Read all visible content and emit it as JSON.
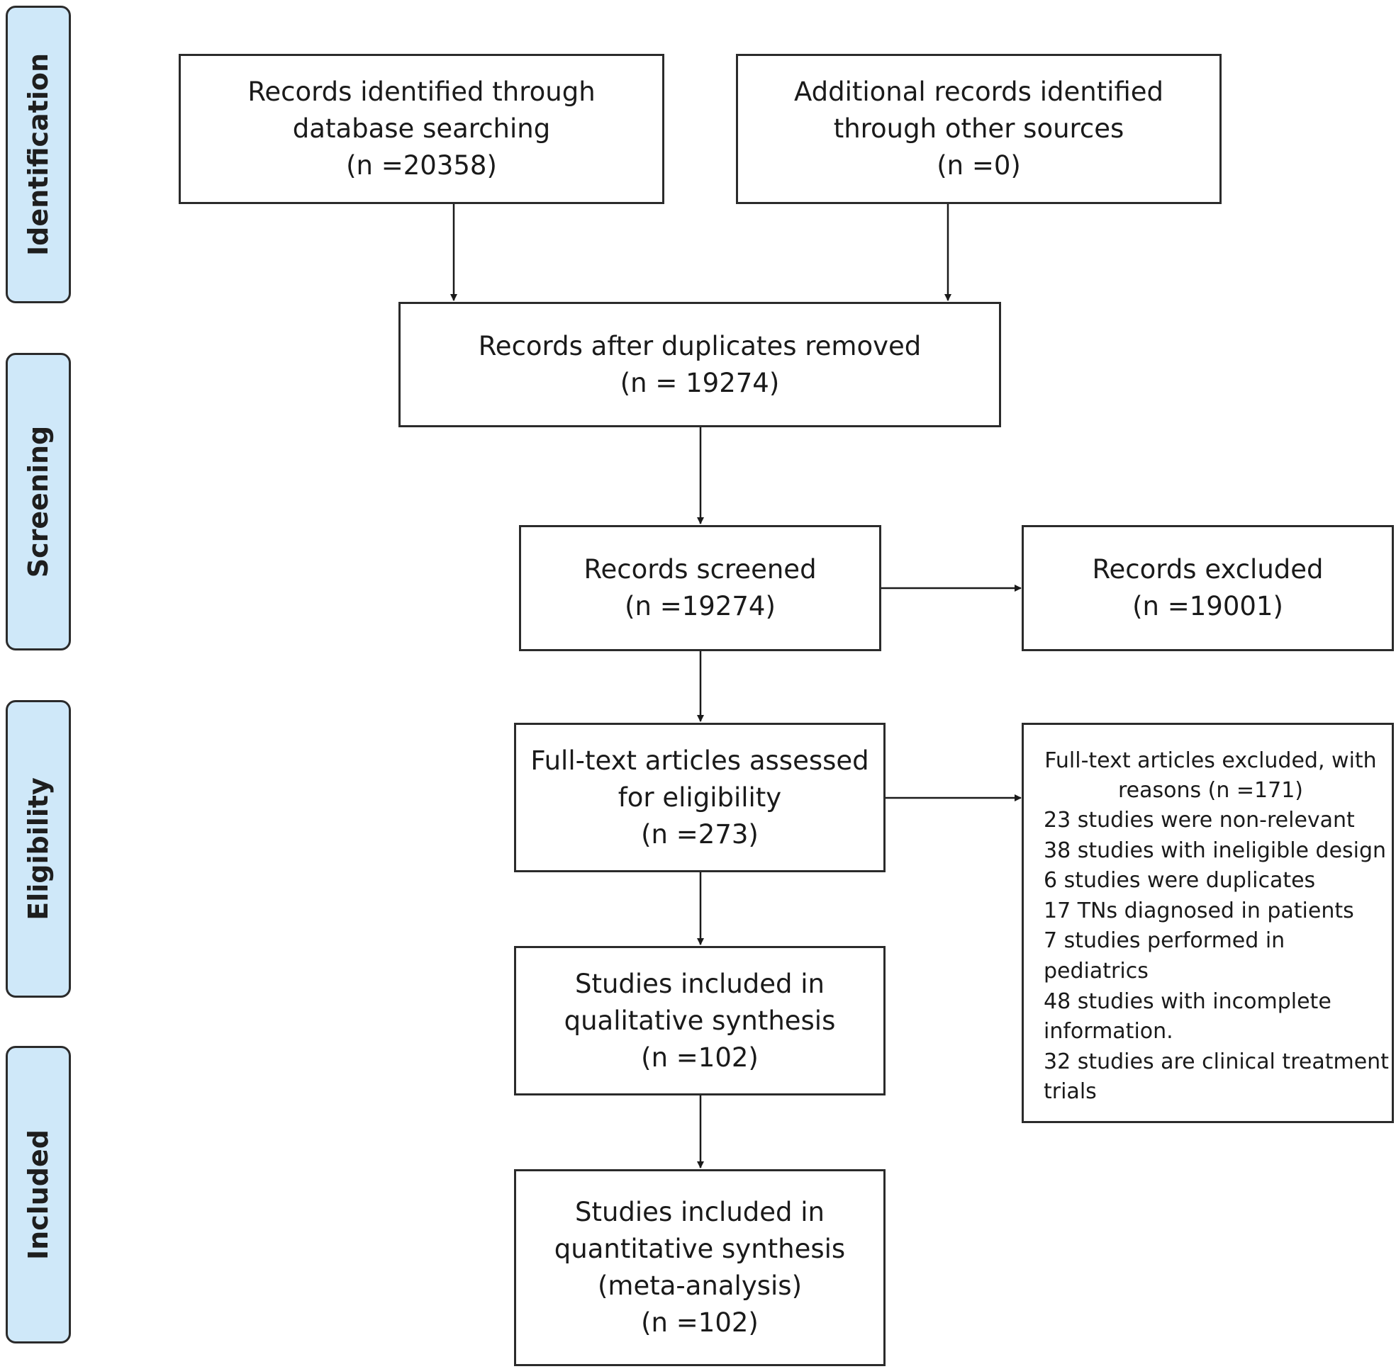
{
  "phases": [
    {
      "label": "Identification"
    },
    {
      "label": "Screening"
    },
    {
      "label": "Eligibility"
    },
    {
      "label": "Included"
    }
  ],
  "boxes": {
    "database": {
      "lines": [
        "Records identified through",
        "database searching",
        "(n =20358)"
      ]
    },
    "other_sources": {
      "lines": [
        "Additional records identified",
        "through other sources",
        "(n =0)"
      ]
    },
    "duplicates_removed": {
      "lines": [
        "Records after duplicates removed",
        "(n = 19274)"
      ]
    },
    "screened": {
      "lines": [
        "Records screened",
        "(n =19274)"
      ]
    },
    "excluded": {
      "lines": [
        "Records excluded",
        "(n =19001)"
      ]
    },
    "fulltext": {
      "lines": [
        "Full-text articles assessed",
        "for eligibility",
        "(n =273)"
      ]
    },
    "fulltext_excluded": {
      "heading": [
        "Full-text articles excluded, with",
        "reasons (n =171)"
      ],
      "reasons": [
        "23 studies were non-relevant",
        "38 studies with ineligible design",
        "6 studies were duplicates",
        "17 TNs diagnosed in patients",
        "7 studies performed in",
        "pediatrics",
        "48 studies with incomplete",
        "information.",
        "32 studies are clinical treatment",
        "trials"
      ]
    },
    "qualitative": {
      "lines": [
        "Studies included in",
        "qualitative synthesis",
        "(n =102)"
      ]
    },
    "quantitative": {
      "lines": [
        "Studies included in",
        "quantitative synthesis",
        "(meta-analysis)",
        "(n =102)"
      ]
    }
  }
}
